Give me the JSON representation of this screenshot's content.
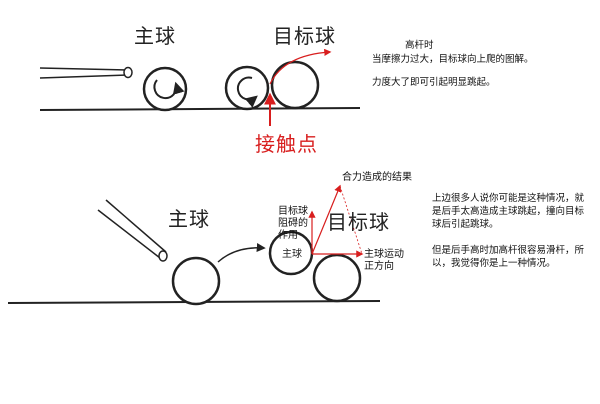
{
  "diagram_top": {
    "cue_ball_label": "主球",
    "target_ball_label": "目标球",
    "contact_point_label": "接触点",
    "note_title": "高杆时",
    "note_body": "当摩擦力过大，目标球向上爬的图解。",
    "note_tail": "力度大了即可引起明显跳起。"
  },
  "diagram_bottom": {
    "cue_ball_label": "主球",
    "target_ball_label": "目标球",
    "small_cue_label": "主球",
    "resultant_label": "合力造成的结果",
    "reaction_label": "目标球阻碍的作用",
    "direction_label": "主球运动正方向",
    "note_1": "上边很多人说你可能是这种情况，就是后手太高造成主球跳起，撞向目标球后引起跳球。",
    "note_2": "但是后手高时加高杆很容易滑杆，所以，我觉得你是上一种情况。"
  },
  "colors": {
    "line": "#222222",
    "accent": "#d81e1e"
  }
}
